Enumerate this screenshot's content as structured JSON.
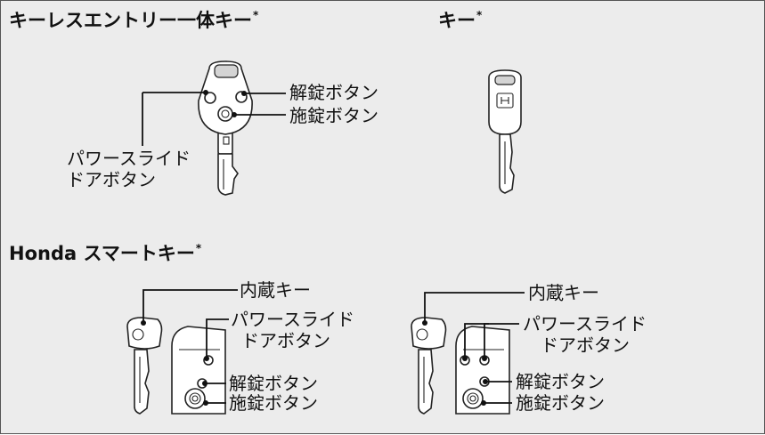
{
  "sections": {
    "keyless": {
      "title": "キーレスエントリー一体キー",
      "star": "*"
    },
    "key": {
      "title": "キー",
      "star": "*"
    },
    "smart": {
      "title": "Honda スマートキー",
      "star": "*"
    }
  },
  "labels": {
    "unlock": "解錠ボタン",
    "lock": "施錠ボタン",
    "slide_line1": "パワースライド",
    "slide_line2": "ドアボタン",
    "builtin_key": "内蔵キー"
  }
}
